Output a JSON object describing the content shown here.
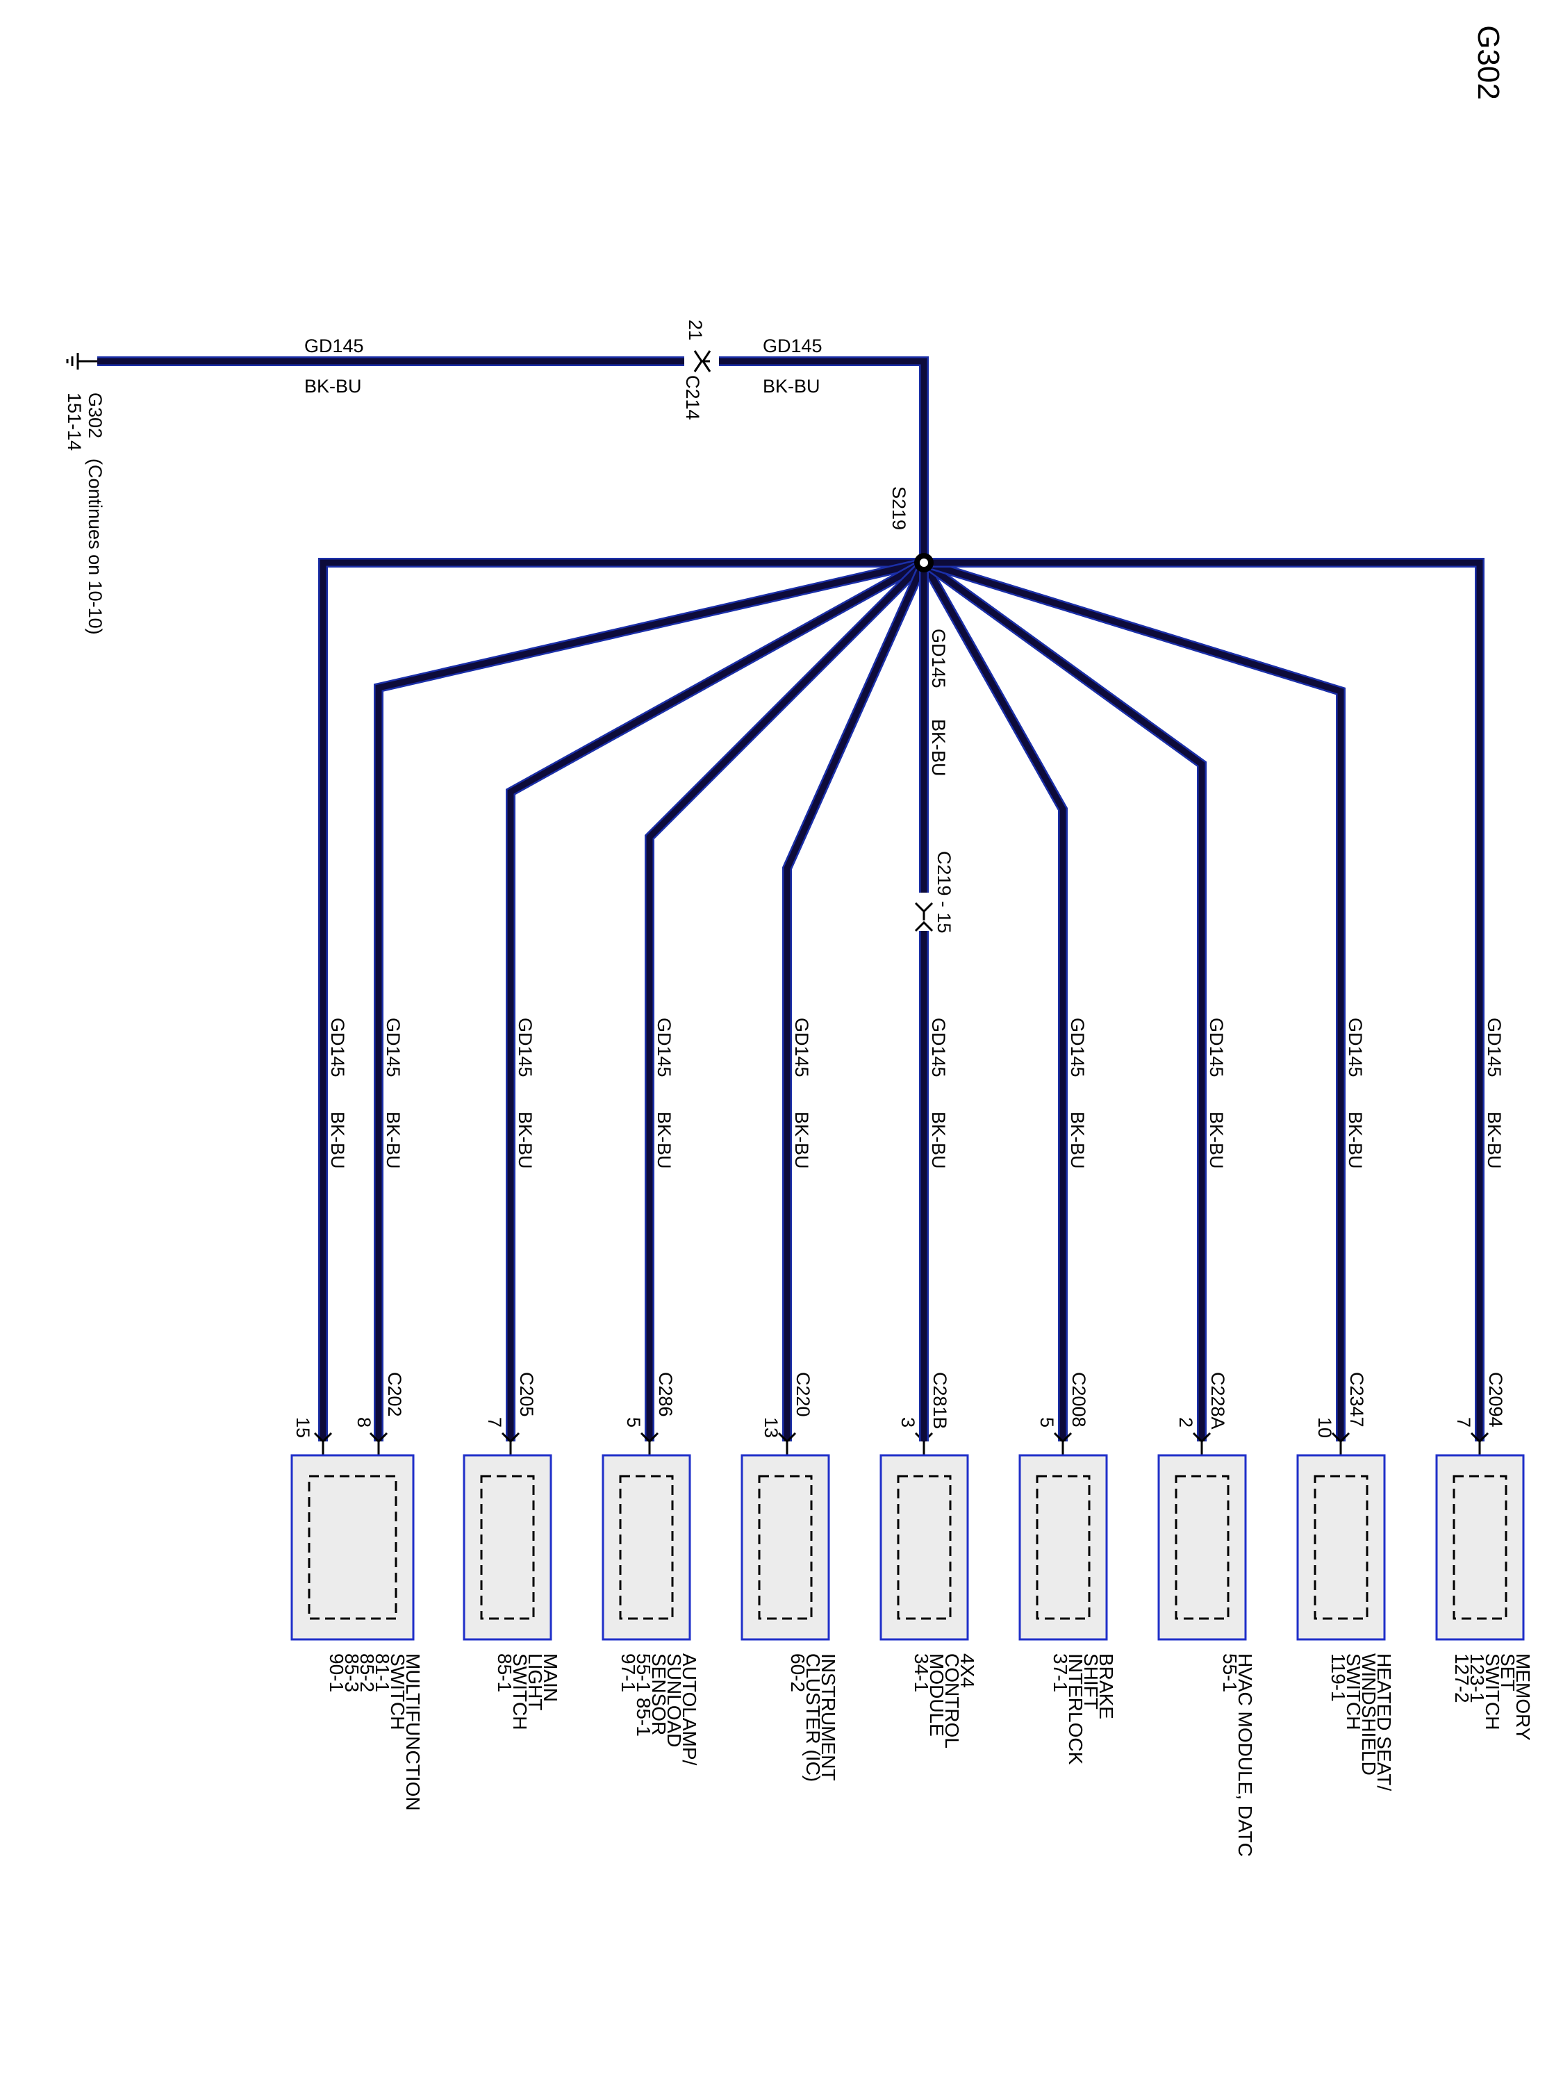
{
  "page_title": "G302",
  "wire_color": "#0d0b3a",
  "wire_edge": "#1b2fa8",
  "box_border": "#1f2fc9",
  "box_fill": "#ececec",
  "ground": {
    "name": "G302",
    "ref": "151-14",
    "note": "(Continues on 10-10)"
  },
  "top_wire": {
    "circuit": "GD145",
    "color_code": "BK-BU",
    "inline_connector": "C214",
    "inline_pin": "21"
  },
  "splice": {
    "name": "S219"
  },
  "center_branch": {
    "circuit": "GD145",
    "color_code": "BK-BU",
    "inline_connector": "C219 - 15"
  },
  "branches": [
    {
      "circuit": "GD145",
      "color_code": "BK-BU",
      "connector": "",
      "pin": "15"
    },
    {
      "circuit": "GD145",
      "color_code": "BK-BU",
      "connector": "C202",
      "pin": "8"
    },
    {
      "circuit": "GD145",
      "color_code": "BK-BU",
      "connector": "C205",
      "pin": "7"
    },
    {
      "circuit": "GD145",
      "color_code": "BK-BU",
      "connector": "C286",
      "pin": "5"
    },
    {
      "circuit": "GD145",
      "color_code": "BK-BU",
      "connector": "C220",
      "pin": "13"
    },
    {
      "circuit": "GD145",
      "color_code": "BK-BU",
      "connector": "C281B",
      "pin": "3"
    },
    {
      "circuit": "GD145",
      "color_code": "BK-BU",
      "connector": "C2008",
      "pin": "5"
    },
    {
      "circuit": "GD145",
      "color_code": "BK-BU",
      "connector": "C228A",
      "pin": "2"
    },
    {
      "circuit": "GD145",
      "color_code": "BK-BU",
      "connector": "C2347",
      "pin": "10"
    },
    {
      "circuit": "GD145",
      "color_code": "BK-BU",
      "connector": "C2094",
      "pin": "7"
    }
  ],
  "components": [
    {
      "lines": [
        "MULTIFUNCTION",
        "SWITCH",
        "81-1",
        "85-2",
        "85-3",
        "90-1"
      ]
    },
    {
      "lines": [
        "MAIN",
        "LIGHT",
        "SWITCH",
        "85-1"
      ]
    },
    {
      "lines": [
        "AUTOLAMP/",
        "SUNLOAD",
        "SENSOR",
        "55-1      85-1",
        "97-1"
      ]
    },
    {
      "lines": [
        "INSTRUMENT",
        "CLUSTER (IC)",
        "60-2"
      ]
    },
    {
      "lines": [
        "4X4",
        "CONTROL",
        "MODULE",
        "34-1"
      ]
    },
    {
      "lines": [
        "BRAKE",
        "SHIFT",
        "INTERLOCK",
        "37-1"
      ]
    },
    {
      "lines": [
        "HVAC MODULE, DATC",
        "55-1"
      ]
    },
    {
      "lines": [
        "HEATED SEAT/",
        "WINDSHIELD",
        "SWITCH",
        "119-1"
      ]
    },
    {
      "lines": [
        "MEMORY",
        "SET",
        "SWITCH",
        "123-1",
        "127-2"
      ]
    }
  ]
}
